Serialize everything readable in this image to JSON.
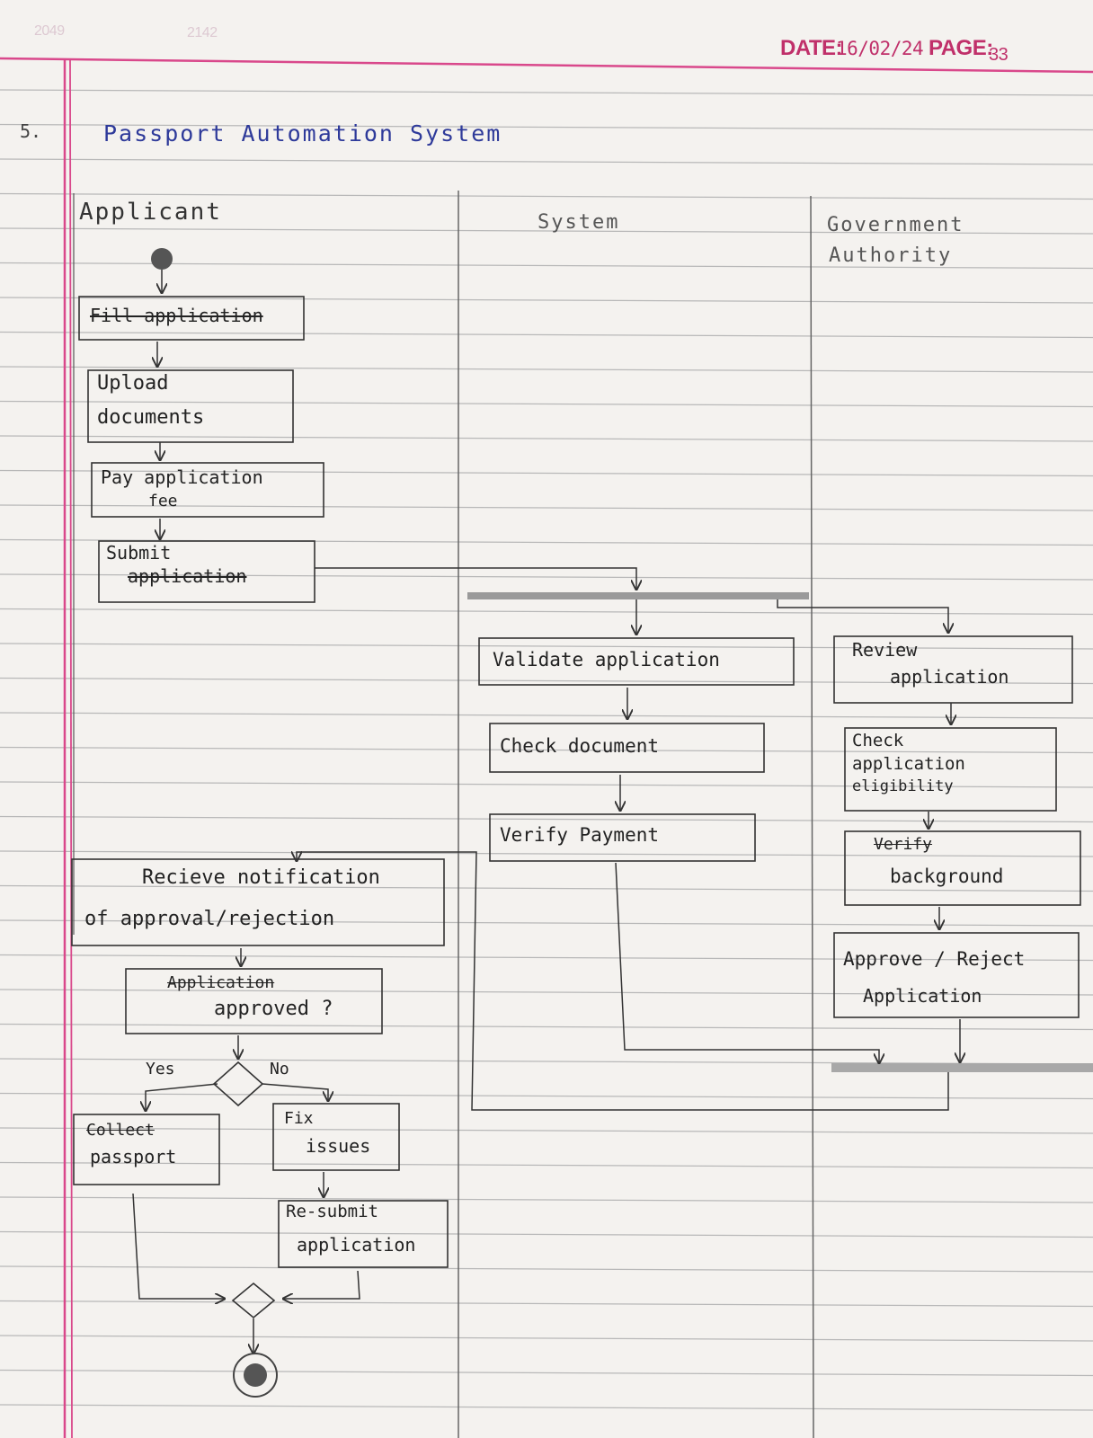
{
  "header": {
    "date_label": "DATE:",
    "date_value": "16/02/24",
    "page_label": "PAGE:",
    "page_value": "33",
    "faint_labels": [
      "2049",
      "2142"
    ]
  },
  "question_number": "5.",
  "title": "Passport Automation System",
  "lanes": {
    "applicant": "Applicant",
    "system": "System",
    "government": [
      "Government",
      "Authority"
    ]
  },
  "activities": {
    "fill_application": "Fill application",
    "upload_documents": [
      "Upload",
      "documents"
    ],
    "pay_fee": [
      "Pay application",
      "fee"
    ],
    "submit_application": [
      "Submit",
      "application"
    ],
    "validate_application": "Validate application",
    "check_document": "Check document",
    "verify_payment": "Verify Payment",
    "review_application": [
      "Review",
      "application"
    ],
    "check_eligibility": [
      "Check",
      "application",
      "eligibility"
    ],
    "verify_background": [
      "Verify",
      "background"
    ],
    "approve_reject": [
      "Approve / Reject",
      "Application"
    ],
    "receive_notification": [
      "Recieve notification",
      "of approval/rejection"
    ],
    "application_approved": [
      "Application",
      "approved ?"
    ],
    "collect_passport": [
      "Collect",
      "passport"
    ],
    "fix_issues": [
      "Fix",
      "issues"
    ],
    "resubmit": [
      "Re-submit",
      "application"
    ]
  },
  "guards": {
    "yes": "Yes",
    "no": "No"
  },
  "colors": {
    "ink": "#222222",
    "pen": "#2e3a9a",
    "margin": "#d9488b",
    "rule": "#b4b4b4",
    "bar": "#9a9a9a"
  }
}
